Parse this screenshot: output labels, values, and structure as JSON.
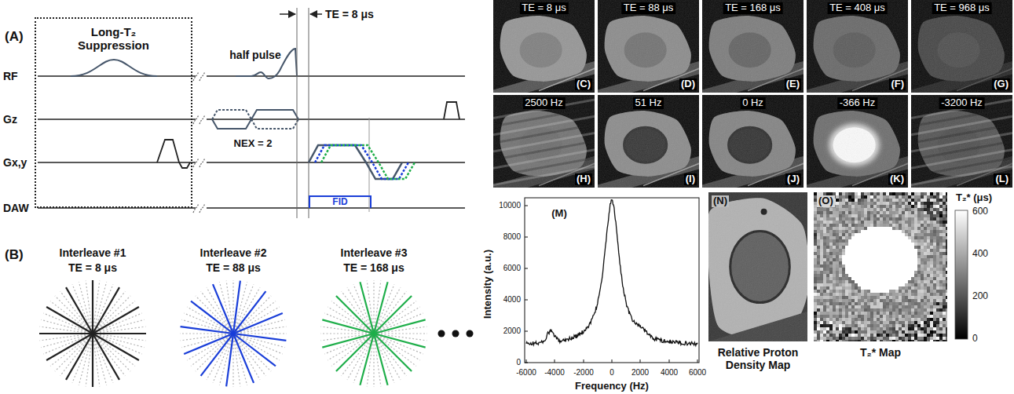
{
  "diagram": {
    "nodes": [
      {
        "text": [
          "Long-T₂ Suppression"
        ]
      },
      {
        "text": [
          "FID"
        ]
      },
      {
        "text": [
          "TE = 8 μs",
          "(C)"
        ]
      },
      {
        "text": [
          "TE = 88 μs",
          "(D)"
        ]
      },
      {
        "text": [
          "TE = 168 μs",
          "(E)"
        ]
      },
      {
        "text": [
          "TE = 408 μs",
          "(F)"
        ]
      },
      {
        "text": [
          "TE = 968 μs",
          "(G)"
        ]
      },
      {
        "text": [
          "2500 Hz",
          "(H)"
        ]
      },
      {
        "text": [
          "51 Hz",
          "(I)"
        ]
      },
      {
        "text": [
          "0 Hz",
          "(J)"
        ]
      },
      {
        "text": [
          "-366 Hz",
          "(K)"
        ]
      },
      {
        "text": [
          "-3200 Hz",
          "(L)"
        ]
      },
      {
        "text": [
          "(N)",
          "Relative Proton Density Map"
        ]
      },
      {
        "text": [
          "(O)",
          "T₂* Map"
        ]
      }
    ],
    "labels": [
      "(A)",
      "RF",
      "Gz",
      "Gx,y",
      "DAW",
      "half pulse",
      "TE = 8 μs",
      "NEX = 2",
      "(B)",
      "Interleave #1",
      "TE = 8 μs",
      "Interleave #2",
      "TE = 88 μs",
      "Interleave #3",
      "TE = 168 μs",
      "(M)",
      "Intensity (a.u.)",
      "0",
      "2000",
      "4000",
      "6000",
      "8000",
      "10000",
      "-6000",
      "-4000",
      "-2000",
      "0",
      "2000",
      "4000",
      "6000",
      "Frequency (Hz)",
      "T₂* (μs)",
      "600",
      "400",
      "200",
      "0"
    ]
  }
}
